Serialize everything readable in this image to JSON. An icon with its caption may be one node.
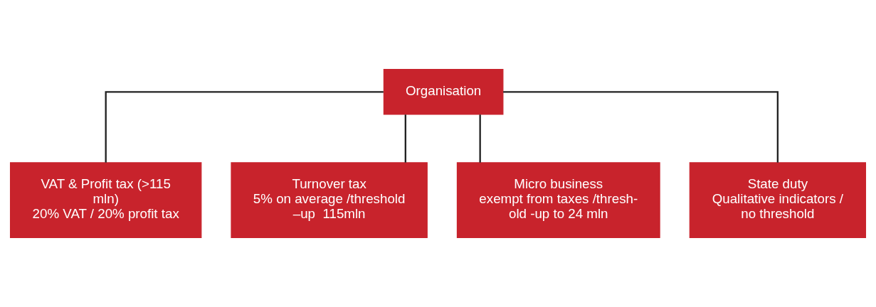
{
  "diagram": {
    "nodes": [
      {
        "text": [
          "Organisation"
        ]
      },
      {
        "text": [
          "VAT & Profit tax (>115 mln)",
          "20% VAT / 20% profit tax"
        ]
      },
      {
        "text": [
          "Turnover tax",
          "5% on average /threshold –up  115mln"
        ]
      },
      {
        "text": [
          "Micro business",
          "exempt from taxes /thresh- old -up to 24 mln"
        ]
      },
      {
        "text": [
          "State duty",
          "Qualitative indicators / no threshold"
        ]
      }
    ],
    "edges": [
      {
        "from": 0,
        "to": 1,
        "arrow": "none"
      },
      {
        "from": 0,
        "to": 2,
        "arrow": "none"
      },
      {
        "from": 0,
        "to": 3,
        "arrow": "none"
      },
      {
        "from": 0,
        "to": 4,
        "arrow": "none"
      }
    ]
  }
}
